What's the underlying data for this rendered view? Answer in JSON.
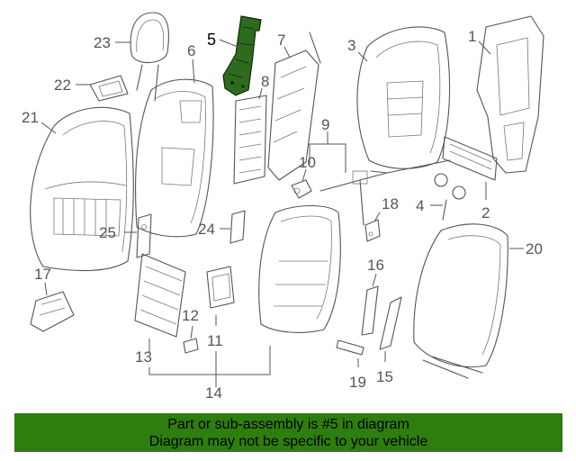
{
  "callouts": {
    "c1": "1",
    "c2": "2",
    "c3": "3",
    "c4": "4",
    "c5": "5",
    "c6": "6",
    "c7": "7",
    "c8": "8",
    "c9": "9",
    "c10": "10",
    "c11": "11",
    "c12": "12",
    "c13": "13",
    "c14": "14",
    "c15": "15",
    "c16": "16",
    "c17": "17",
    "c18": "18",
    "c19": "19",
    "c20": "20",
    "c21": "21",
    "c22": "22",
    "c23": "23",
    "c24": "24",
    "c25": "25"
  },
  "highlight": {
    "part": "5",
    "color": "#2e6b1e"
  },
  "footer": {
    "line1": "Part or sub-assembly is #5 in diagram",
    "line2": "Diagram may not be specific to your vehicle",
    "background": "#2e7d0f"
  }
}
